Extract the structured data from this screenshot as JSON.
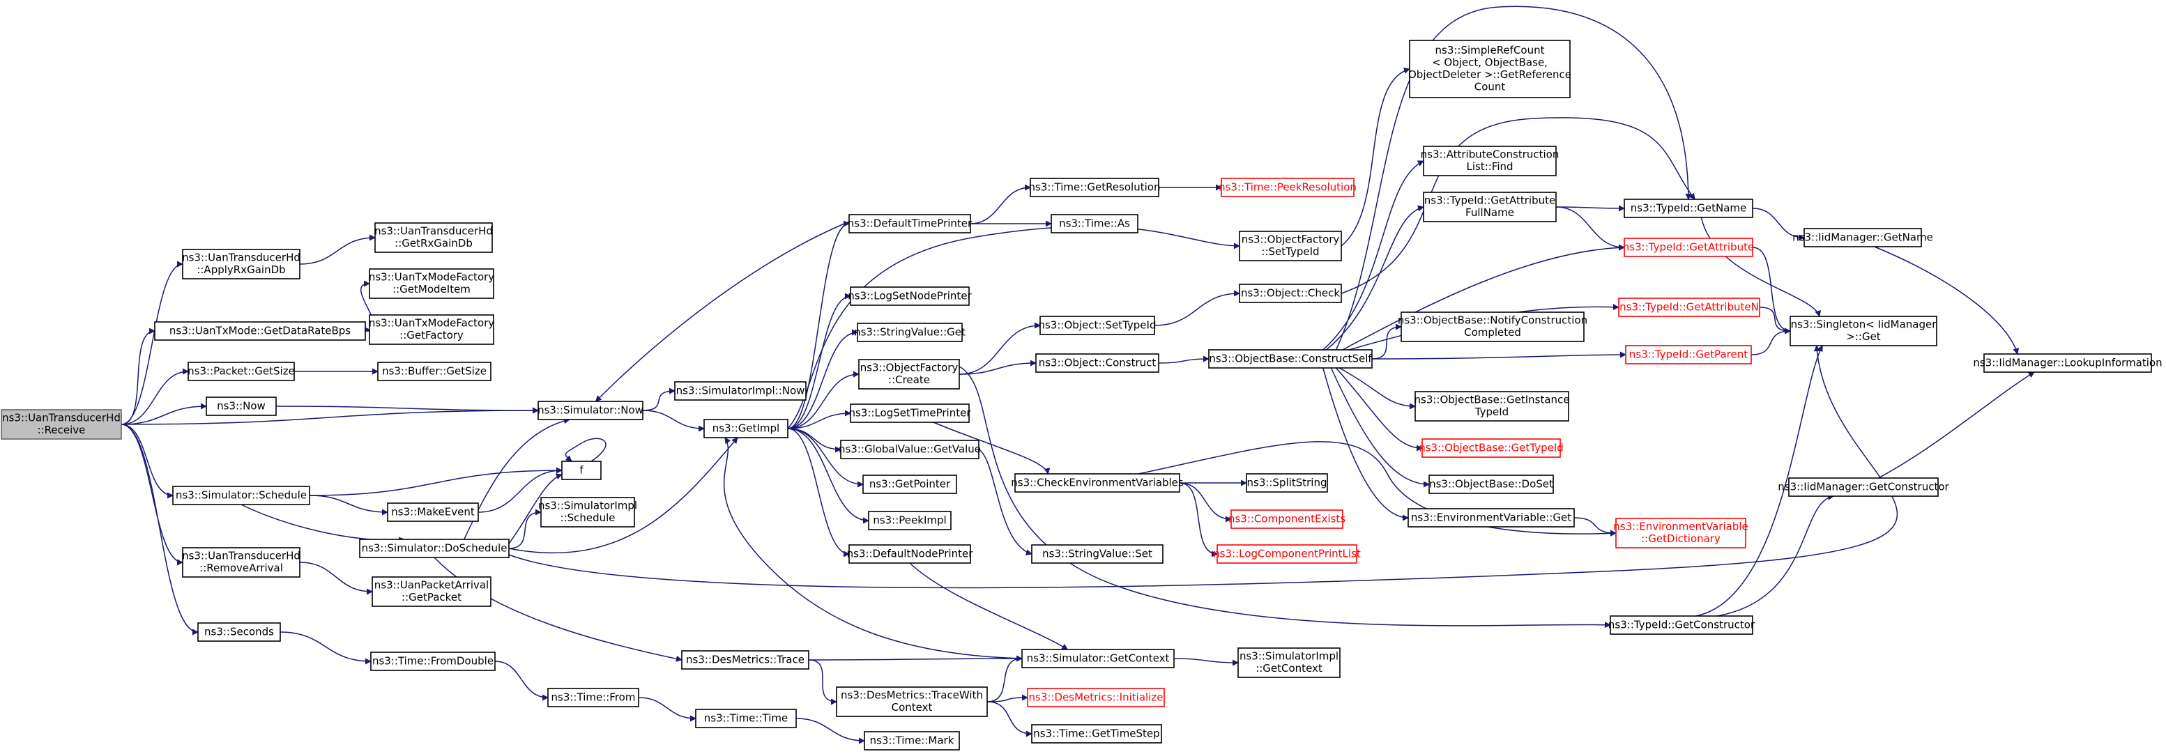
{
  "colors": {
    "edge": "#191970",
    "root_fill": "#bfbfbf",
    "undocumented_border": "#ff0000"
  },
  "nodes": [
    {
      "id": "n0",
      "lines": [
        "ns3::UanTransducerHd",
        "::Receive"
      ],
      "root": true
    },
    {
      "id": "n1",
      "lines": [
        "ns3::UanTransducerHd",
        "::ApplyRxGainDb"
      ]
    },
    {
      "id": "n2",
      "lines": [
        "ns3::UanTransducerHd",
        "::GetRxGainDb"
      ]
    },
    {
      "id": "n3",
      "lines": [
        "ns3::UanTxMode::GetDataRateBps"
      ]
    },
    {
      "id": "n4",
      "lines": [
        "ns3::UanTxModeFactory",
        "::GetModeItem"
      ]
    },
    {
      "id": "n5",
      "lines": [
        "ns3::UanTxModeFactory",
        "::GetFactory"
      ]
    },
    {
      "id": "n6",
      "lines": [
        "ns3::Packet::GetSize"
      ]
    },
    {
      "id": "n7",
      "lines": [
        "ns3::Buffer::GetSize"
      ]
    },
    {
      "id": "n8",
      "lines": [
        "ns3::Now"
      ]
    },
    {
      "id": "n9",
      "lines": [
        "ns3::Simulator::Now"
      ]
    },
    {
      "id": "n10",
      "lines": [
        "ns3::SimulatorImpl::Now"
      ]
    },
    {
      "id": "n11",
      "lines": [
        "ns3::GetImpl"
      ]
    },
    {
      "id": "n12",
      "lines": [
        "ns3::DefaultTimePrinter"
      ]
    },
    {
      "id": "n13",
      "lines": [
        "ns3::Time::GetResolution"
      ]
    },
    {
      "id": "n14",
      "lines": [
        "ns3::Time::PeekResolution"
      ],
      "red": true
    },
    {
      "id": "n15",
      "lines": [
        "ns3::Time::As"
      ]
    },
    {
      "id": "n16",
      "lines": [
        "ns3::LogSetNodePrinter"
      ]
    },
    {
      "id": "n17",
      "lines": [
        "ns3::StringValue::Get"
      ]
    },
    {
      "id": "n18",
      "lines": [
        "ns3::ObjectFactory",
        "::Create"
      ]
    },
    {
      "id": "n19",
      "lines": [
        "ns3::Object::SetTypeId"
      ]
    },
    {
      "id": "n20",
      "lines": [
        "ns3::Object::Construct"
      ]
    },
    {
      "id": "n21",
      "lines": [
        "ns3::ObjectFactory",
        "::SetTypeId"
      ]
    },
    {
      "id": "n22",
      "lines": [
        "ns3::Object::Check"
      ]
    },
    {
      "id": "n23",
      "lines": [
        "ns3::ObjectBase::ConstructSelf"
      ]
    },
    {
      "id": "n24",
      "lines": [
        "ns3::SimpleRefCount",
        "< Object, ObjectBase,",
        "ObjectDeleter >::GetReference",
        "Count"
      ]
    },
    {
      "id": "n25",
      "lines": [
        "ns3::AttributeConstruction",
        "List::Find"
      ]
    },
    {
      "id": "n26",
      "lines": [
        "ns3::TypeId::GetAttribute",
        "FullName"
      ]
    },
    {
      "id": "n27",
      "lines": [
        "ns3::TypeId::GetName"
      ]
    },
    {
      "id": "n28",
      "lines": [
        "ns3::TypeId::GetAttribute"
      ],
      "red": true
    },
    {
      "id": "n29",
      "lines": [
        "ns3::IidManager::GetName"
      ]
    },
    {
      "id": "n30",
      "lines": [
        "ns3::TypeId::GetAttributeN"
      ],
      "red": true
    },
    {
      "id": "n31",
      "lines": [
        "ns3::Singleton< IidManager",
        ">::Get"
      ]
    },
    {
      "id": "n32",
      "lines": [
        "ns3::TypeId::GetParent"
      ],
      "red": true
    },
    {
      "id": "n33",
      "lines": [
        "ns3::IidManager::LookupInformation"
      ]
    },
    {
      "id": "n34",
      "lines": [
        "ns3::ObjectBase::NotifyConstruction",
        "Completed"
      ]
    },
    {
      "id": "n35",
      "lines": [
        "ns3::ObjectBase::GetInstance",
        "TypeId"
      ]
    },
    {
      "id": "n36",
      "lines": [
        "ns3::ObjectBase::GetTypeId"
      ],
      "red": true
    },
    {
      "id": "n37",
      "lines": [
        "ns3::ObjectBase::DoSet"
      ]
    },
    {
      "id": "n38",
      "lines": [
        "ns3::EnvironmentVariable::Get"
      ]
    },
    {
      "id": "n39",
      "lines": [
        "ns3::EnvironmentVariable",
        "::GetDictionary"
      ],
      "red": true
    },
    {
      "id": "n40",
      "lines": [
        "ns3::IidManager::GetConstructor"
      ]
    },
    {
      "id": "n41",
      "lines": [
        "ns3::TypeId::GetConstructor"
      ]
    },
    {
      "id": "n42",
      "lines": [
        "ns3::LogSetTimePrinter"
      ]
    },
    {
      "id": "n43",
      "lines": [
        "ns3::CheckEnvironmentVariables"
      ]
    },
    {
      "id": "n44",
      "lines": [
        "ns3::SplitString"
      ]
    },
    {
      "id": "n45",
      "lines": [
        "ns3::ComponentExists"
      ],
      "red": true
    },
    {
      "id": "n46",
      "lines": [
        "ns3::LogComponentPrintList"
      ],
      "red": true
    },
    {
      "id": "n47",
      "lines": [
        "ns3::GlobalValue::GetValue"
      ]
    },
    {
      "id": "n48",
      "lines": [
        "ns3::StringValue::Set"
      ]
    },
    {
      "id": "n49",
      "lines": [
        "ns3::GetPointer"
      ]
    },
    {
      "id": "n50",
      "lines": [
        "ns3::PeekImpl"
      ]
    },
    {
      "id": "n51",
      "lines": [
        "ns3::DefaultNodePrinter"
      ]
    },
    {
      "id": "n52",
      "lines": [
        "ns3::Simulator::GetContext"
      ]
    },
    {
      "id": "n53",
      "lines": [
        "ns3::SimulatorImpl",
        "::GetContext"
      ]
    },
    {
      "id": "n54",
      "lines": [
        "ns3::Simulator::Schedule"
      ]
    },
    {
      "id": "n55",
      "lines": [
        "f"
      ]
    },
    {
      "id": "n56",
      "lines": [
        "ns3::MakeEvent"
      ]
    },
    {
      "id": "n57",
      "lines": [
        "ns3::SimulatorImpl",
        "::Schedule"
      ]
    },
    {
      "id": "n58",
      "lines": [
        "ns3::Simulator::DoSchedule"
      ]
    },
    {
      "id": "n59",
      "lines": [
        "ns3::UanTransducerHd",
        "::RemoveArrival"
      ]
    },
    {
      "id": "n60",
      "lines": [
        "ns3::UanPacketArrival",
        "::GetPacket"
      ]
    },
    {
      "id": "n61",
      "lines": [
        "ns3::Seconds"
      ]
    },
    {
      "id": "n62",
      "lines": [
        "ns3::Time::FromDouble"
      ]
    },
    {
      "id": "n63",
      "lines": [
        "ns3::Time::From"
      ]
    },
    {
      "id": "n64",
      "lines": [
        "ns3::Time::Time"
      ]
    },
    {
      "id": "n65",
      "lines": [
        "ns3::Time::Mark"
      ]
    },
    {
      "id": "n66",
      "lines": [
        "ns3::DesMetrics::Trace"
      ]
    },
    {
      "id": "n67",
      "lines": [
        "ns3::DesMetrics::TraceWith",
        "Context"
      ]
    },
    {
      "id": "n68",
      "lines": [
        "ns3::DesMetrics::Initialize"
      ],
      "red": true
    },
    {
      "id": "n69",
      "lines": [
        "ns3::Time::GetTimeStep"
      ]
    }
  ]
}
